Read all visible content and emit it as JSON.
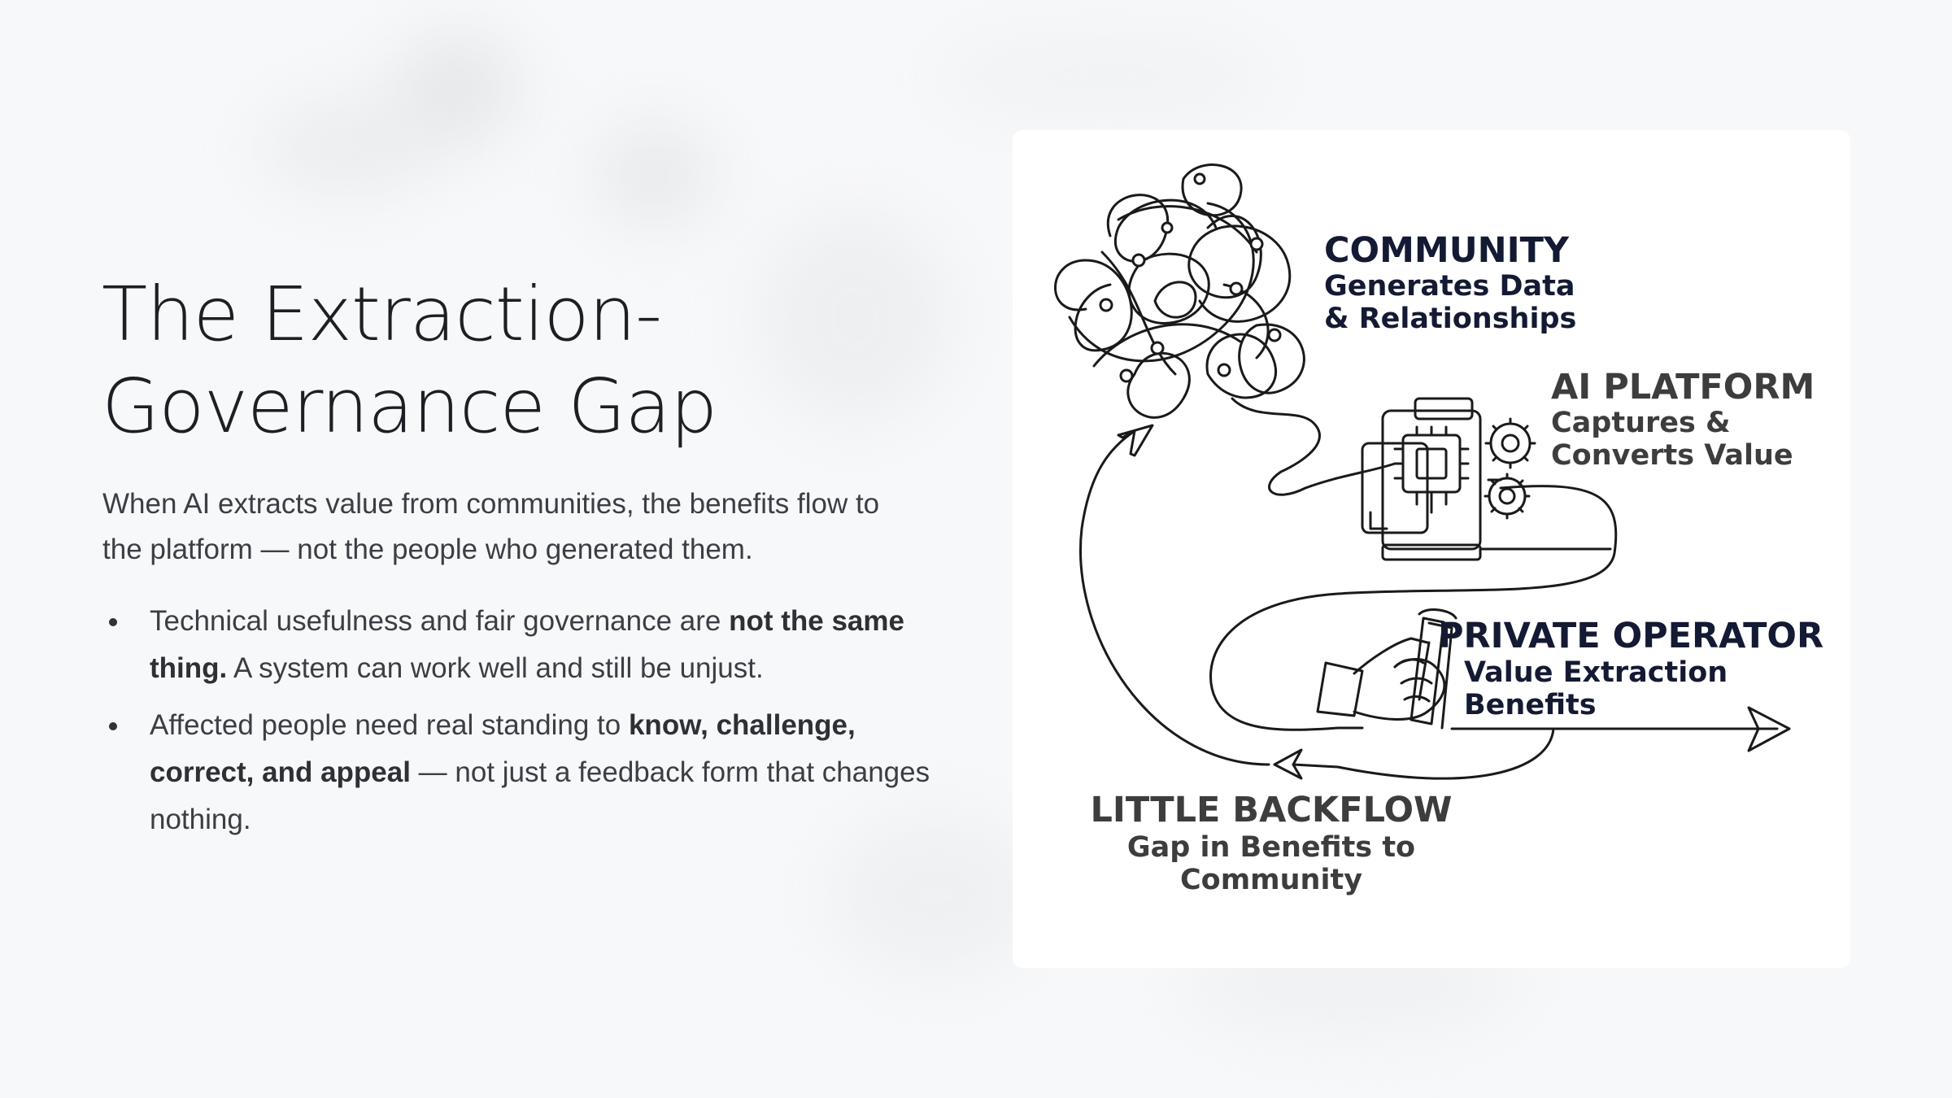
{
  "title": {
    "line1": "The Extraction-",
    "line2": "Governance Gap"
  },
  "lead": {
    "line1": "When AI extracts value from communities, the benefits flow to",
    "line2": "the platform — not the people who generated them."
  },
  "bullets": [
    {
      "pre": "Technical usefulness and fair governance are ",
      "bold": "not the same thing.",
      "post": " A system can work well and still be unjust."
    },
    {
      "pre": "Affected people need real standing to ",
      "bold": "know, challenge, correct, and appeal",
      "post": " — not just a feedback form that changes nothing."
    }
  ],
  "diagram": {
    "community": {
      "title": "COMMUNITY",
      "sub1": "Generates Data",
      "sub2": "& Relationships"
    },
    "platform": {
      "title": "AI PLATFORM",
      "sub1": "Captures &",
      "sub2": "Converts Value"
    },
    "operator": {
      "title": "PRIVATE OPERATOR",
      "sub1": "Value Extraction",
      "sub2": "Benefits"
    },
    "backflow": {
      "title": "LITTLE BACKFLOW",
      "sub1": "Gap in Benefits to",
      "sub2": "Community"
    },
    "icons": [
      "tangled-network-icon",
      "machine-gears-icon",
      "hand-with-money-icon",
      "flow-arrow-icon"
    ]
  },
  "colors": {
    "background": "#f7f8f9",
    "title": "#1d1f24",
    "body_text": "#3b3e44",
    "navy_label": "#141a33",
    "gray_label": "#3d3d3d",
    "line": "#1a1a1a"
  }
}
